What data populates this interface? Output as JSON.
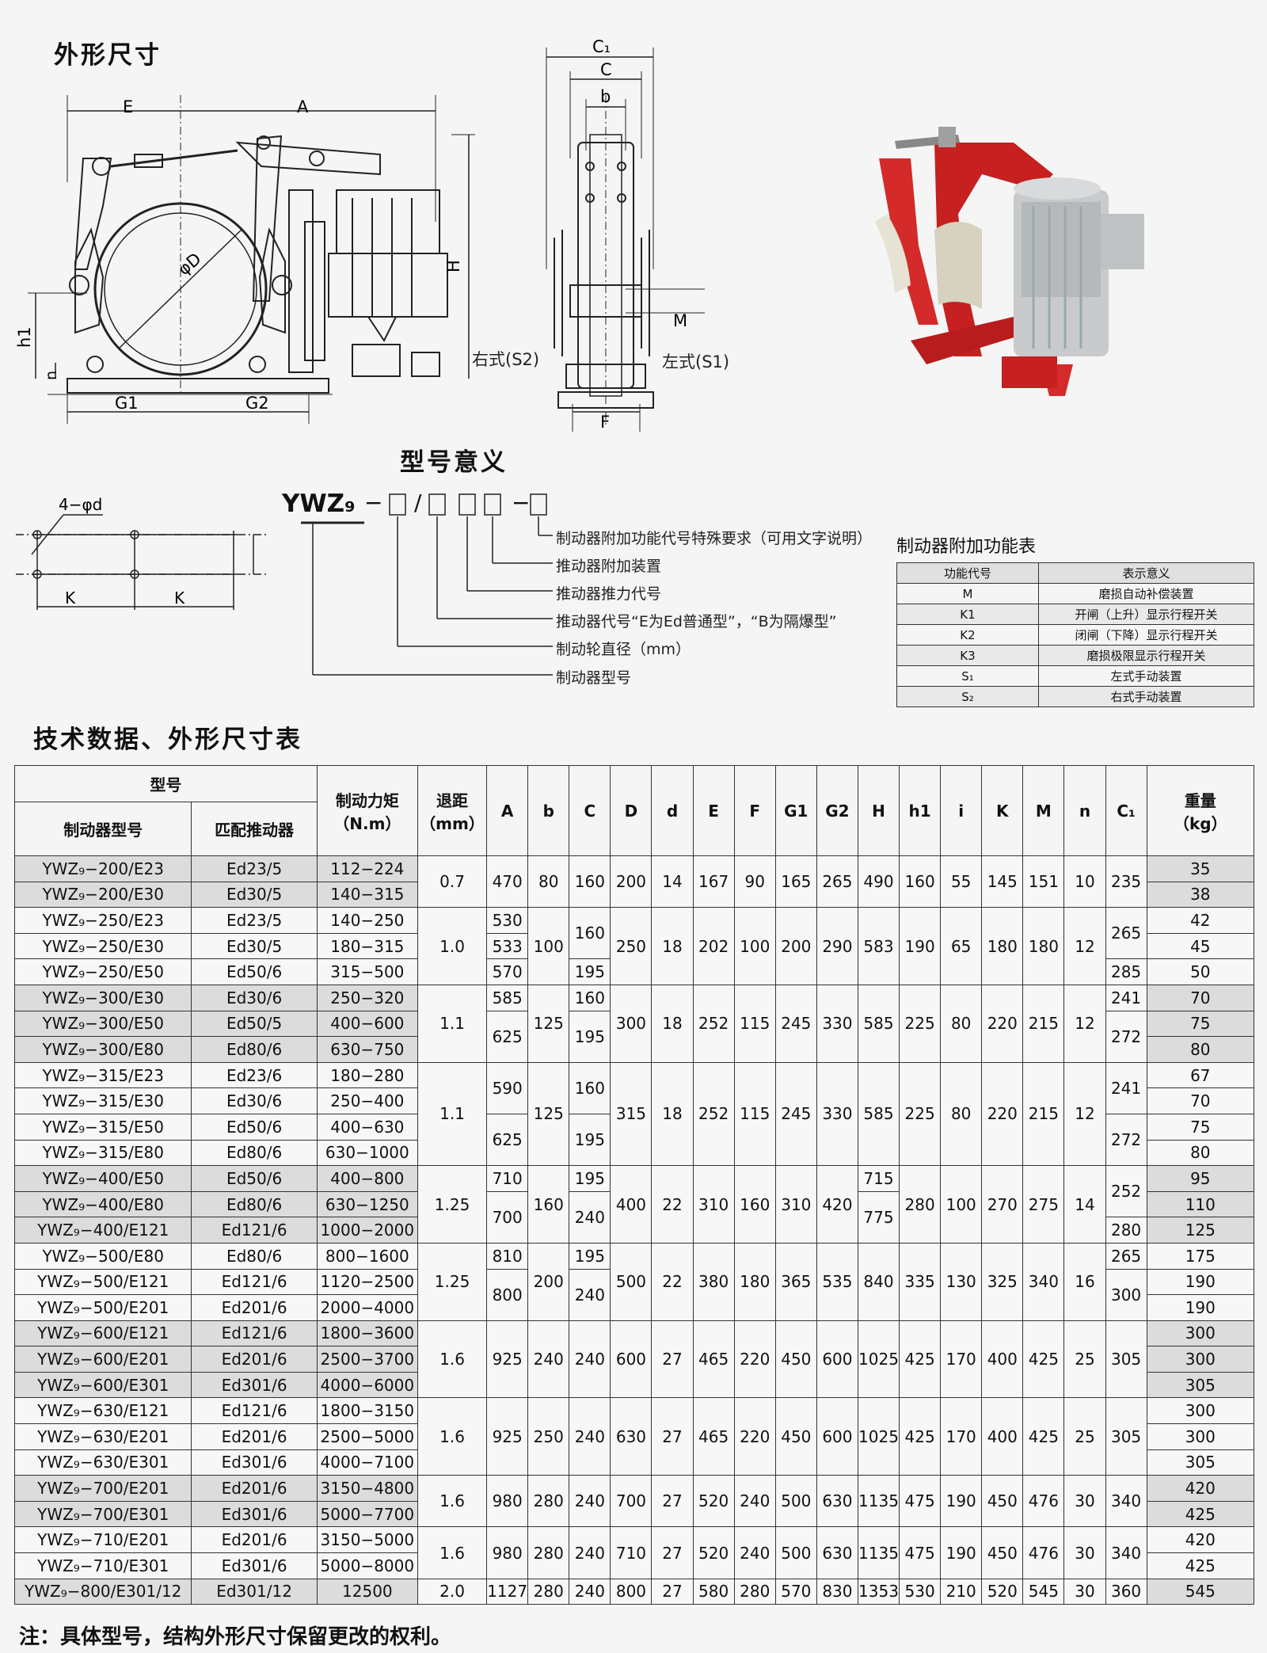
{
  "section_dimensions": "外形尺寸",
  "section_model_meaning": "型号意义",
  "section_tech_table": "技术数据、外形尺寸表",
  "front_view_labels": {
    "E": "E",
    "A": "A",
    "H": "H",
    "D": "φD",
    "h1": "h1",
    "n": "n",
    "G1": "G1",
    "G2": "G2"
  },
  "side_view_labels": {
    "C1": "C₁",
    "C": "C",
    "b": "b",
    "M": "M",
    "F": "F",
    "right": "右式(S2)",
    "left": "左式(S1)"
  },
  "bolt_labels": {
    "d": "4−φd",
    "K1": "K",
    "K2": "K"
  },
  "model_code": {
    "prefix": "YWZ₉",
    "dash1": "−",
    "slash": "/",
    "dash2": "−"
  },
  "model_legend": [
    "制动器附加功能代号特殊要求（可用文字说明）",
    "推动器附加装置",
    "推动器推力代号",
    "推动器代号“E为Ed普通型”，“B为隔爆型”",
    "制动轮直径（mm）",
    "制动器型号"
  ],
  "function_table": {
    "title": "制动器附加功能表",
    "headers": [
      "功能代号",
      "表示意义"
    ],
    "rows": [
      [
        "M",
        "磨损自动补偿装置"
      ],
      [
        "K1",
        "开闸（上升）显示行程开关"
      ],
      [
        "K2",
        "闭闸（下降）显示行程开关"
      ],
      [
        "K3",
        "磨损极限显示行程开关"
      ],
      [
        "S₁",
        "左式手动装置"
      ],
      [
        "S₂",
        "右式手动装置"
      ]
    ]
  },
  "main_table": {
    "h_model": "型号",
    "h_brake_model": "制动器型号",
    "h_thruster": "匹配推动器",
    "h_torque": "制动力矩",
    "h_torque_unit": "（N.m）",
    "h_retreat": "退距",
    "h_retreat_unit": "（mm）",
    "dim_headers": [
      "A",
      "b",
      "C",
      "D",
      "d",
      "E",
      "F",
      "G1",
      "G2",
      "H",
      "h1",
      "i",
      "K",
      "M",
      "n",
      "C₁"
    ],
    "h_weight": "重量",
    "h_weight_unit": "（kg）",
    "rows": [
      [
        "YWZ₉−200/E23",
        "Ed23/5",
        "112−224",
        "35"
      ],
      [
        "YWZ₉−200/E30",
        "Ed30/5",
        "140−315",
        "38"
      ],
      [
        "YWZ₉−250/E23",
        "Ed23/5",
        "140−250",
        "42"
      ],
      [
        "YWZ₉−250/E30",
        "Ed30/5",
        "180−315",
        "45"
      ],
      [
        "YWZ₉−250/E50",
        "Ed50/6",
        "315−500",
        "50"
      ],
      [
        "YWZ₉−300/E30",
        "Ed30/6",
        "250−320",
        "70"
      ],
      [
        "YWZ₉−300/E50",
        "Ed50/5",
        "400−600",
        "75"
      ],
      [
        "YWZ₉−300/E80",
        "Ed80/6",
        "630−750",
        "80"
      ],
      [
        "YWZ₉−315/E23",
        "Ed23/6",
        "180−280",
        "67"
      ],
      [
        "YWZ₉−315/E30",
        "Ed30/6",
        "250−400",
        "70"
      ],
      [
        "YWZ₉−315/E50",
        "Ed50/6",
        "400−630",
        "75"
      ],
      [
        "YWZ₉−315/E80",
        "Ed80/6",
        "630−1000",
        "80"
      ],
      [
        "YWZ₉−400/E50",
        "Ed50/6",
        "400−800",
        "95"
      ],
      [
        "YWZ₉−400/E80",
        "Ed80/6",
        "630−1250",
        "110"
      ],
      [
        "YWZ₉−400/E121",
        "Ed121/6",
        "1000−2000",
        "125"
      ],
      [
        "YWZ₉−500/E80",
        "Ed80/6",
        "800−1600",
        "175"
      ],
      [
        "YWZ₉−500/E121",
        "Ed121/6",
        "1120−2500",
        "190"
      ],
      [
        "YWZ₉−500/E201",
        "Ed201/6",
        "2000−4000",
        "190"
      ],
      [
        "YWZ₉−600/E121",
        "Ed121/6",
        "1800−3600",
        "300"
      ],
      [
        "YWZ₉−600/E201",
        "Ed201/6",
        "2500−3700",
        "300"
      ],
      [
        "YWZ₉−600/E301",
        "Ed301/6",
        "4000−6000",
        "305"
      ],
      [
        "YWZ₉−630/E121",
        "Ed121/6",
        "1800−3150",
        "300"
      ],
      [
        "YWZ₉−630/E201",
        "Ed201/6",
        "2500−5000",
        "300"
      ],
      [
        "YWZ₉−630/E301",
        "Ed301/6",
        "4000−7100",
        "305"
      ],
      [
        "YWZ₉−700/E201",
        "Ed201/6",
        "3150−4800",
        "420"
      ],
      [
        "YWZ₉−700/E301",
        "Ed301/6",
        "5000−7700",
        "425"
      ],
      [
        "YWZ₉−710/E201",
        "Ed201/6",
        "3150−5000",
        "420"
      ],
      [
        "YWZ₉−710/E301",
        "Ed301/6",
        "5000−8000",
        "425"
      ],
      [
        "YWZ₉−800/E301/12",
        "Ed301/12",
        "12500",
        "545"
      ]
    ],
    "retreat_groups": [
      [
        "0.7",
        2
      ],
      [
        "1.0",
        3
      ],
      [
        "1.1",
        3
      ],
      [
        "1.1",
        4
      ],
      [
        "1.25",
        3
      ],
      [
        "1.25",
        3
      ],
      [
        "1.6",
        3
      ],
      [
        "1.6",
        3
      ],
      [
        "1.6",
        2
      ],
      [
        "1.6",
        2
      ],
      [
        "2.0",
        1
      ]
    ],
    "shaded_groups": [
      true,
      false,
      true,
      false,
      true,
      false,
      true,
      false,
      true,
      false,
      true
    ],
    "dims": {
      "A": [
        [
          "470",
          2
        ],
        [
          "530",
          1
        ],
        [
          "533",
          1
        ],
        [
          "570",
          1
        ],
        [
          "585",
          1
        ],
        [
          "625",
          2
        ],
        [
          "590",
          2
        ],
        [
          "625",
          2
        ],
        [
          "710",
          1
        ],
        [
          "700",
          2
        ],
        [
          "810",
          1
        ],
        [
          "800",
          2
        ],
        [
          "925",
          3
        ],
        [
          "925",
          3
        ],
        [
          "980",
          2
        ],
        [
          "980",
          2
        ],
        [
          "1127",
          1
        ]
      ],
      "b": [
        [
          "80",
          2
        ],
        [
          "100",
          3
        ],
        [
          "125",
          3
        ],
        [
          "125",
          4
        ],
        [
          "160",
          3
        ],
        [
          "200",
          3
        ],
        [
          "240",
          3
        ],
        [
          "250",
          3
        ],
        [
          "280",
          2
        ],
        [
          "280",
          2
        ],
        [
          "280",
          1
        ]
      ],
      "C": [
        [
          "160",
          2
        ],
        [
          "160",
          2
        ],
        [
          "195",
          1
        ],
        [
          "160",
          1
        ],
        [
          "195",
          2
        ],
        [
          "160",
          2
        ],
        [
          "195",
          2
        ],
        [
          "195",
          1
        ],
        [
          "240",
          2
        ],
        [
          "195",
          1
        ],
        [
          "240",
          2
        ],
        [
          "240",
          3
        ],
        [
          "240",
          3
        ],
        [
          "240",
          2
        ],
        [
          "240",
          2
        ],
        [
          "240",
          1
        ]
      ],
      "D": [
        [
          "200",
          2
        ],
        [
          "250",
          3
        ],
        [
          "300",
          3
        ],
        [
          "315",
          4
        ],
        [
          "400",
          3
        ],
        [
          "500",
          3
        ],
        [
          "600",
          3
        ],
        [
          "630",
          3
        ],
        [
          "700",
          2
        ],
        [
          "710",
          2
        ],
        [
          "800",
          1
        ]
      ],
      "d": [
        [
          "14",
          2
        ],
        [
          "18",
          3
        ],
        [
          "18",
          3
        ],
        [
          "18",
          4
        ],
        [
          "22",
          3
        ],
        [
          "22",
          3
        ],
        [
          "27",
          3
        ],
        [
          "27",
          3
        ],
        [
          "27",
          2
        ],
        [
          "27",
          2
        ],
        [
          "27",
          1
        ]
      ],
      "E": [
        [
          "167",
          2
        ],
        [
          "202",
          3
        ],
        [
          "252",
          3
        ],
        [
          "252",
          4
        ],
        [
          "310",
          3
        ],
        [
          "380",
          3
        ],
        [
          "465",
          3
        ],
        [
          "465",
          3
        ],
        [
          "520",
          2
        ],
        [
          "520",
          2
        ],
        [
          "580",
          1
        ]
      ],
      "F": [
        [
          "90",
          2
        ],
        [
          "100",
          3
        ],
        [
          "115",
          3
        ],
        [
          "115",
          4
        ],
        [
          "160",
          3
        ],
        [
          "180",
          3
        ],
        [
          "220",
          3
        ],
        [
          "220",
          3
        ],
        [
          "240",
          2
        ],
        [
          "240",
          2
        ],
        [
          "280",
          1
        ]
      ],
      "G1": [
        [
          "165",
          2
        ],
        [
          "200",
          3
        ],
        [
          "245",
          3
        ],
        [
          "245",
          4
        ],
        [
          "310",
          3
        ],
        [
          "365",
          3
        ],
        [
          "450",
          3
        ],
        [
          "450",
          3
        ],
        [
          "500",
          2
        ],
        [
          "500",
          2
        ],
        [
          "570",
          1
        ]
      ],
      "G2": [
        [
          "265",
          2
        ],
        [
          "290",
          3
        ],
        [
          "330",
          3
        ],
        [
          "330",
          4
        ],
        [
          "420",
          3
        ],
        [
          "535",
          3
        ],
        [
          "600",
          3
        ],
        [
          "600",
          3
        ],
        [
          "630",
          2
        ],
        [
          "630",
          2
        ],
        [
          "830",
          1
        ]
      ],
      "H": [
        [
          "490",
          2
        ],
        [
          "583",
          3
        ],
        [
          "585",
          3
        ],
        [
          "585",
          4
        ],
        [
          "715",
          1
        ],
        [
          "775",
          2
        ],
        [
          "840",
          3
        ],
        [
          "1025",
          3
        ],
        [
          "1025",
          3
        ],
        [
          "1135",
          2
        ],
        [
          "1135",
          2
        ],
        [
          "1353",
          1
        ]
      ],
      "h1": [
        [
          "160",
          2
        ],
        [
          "190",
          3
        ],
        [
          "225",
          3
        ],
        [
          "225",
          4
        ],
        [
          "280",
          3
        ],
        [
          "335",
          3
        ],
        [
          "425",
          3
        ],
        [
          "425",
          3
        ],
        [
          "475",
          2
        ],
        [
          "475",
          2
        ],
        [
          "530",
          1
        ]
      ],
      "i": [
        [
          "55",
          2
        ],
        [
          "65",
          3
        ],
        [
          "80",
          3
        ],
        [
          "80",
          4
        ],
        [
          "100",
          3
        ],
        [
          "130",
          3
        ],
        [
          "170",
          3
        ],
        [
          "170",
          3
        ],
        [
          "190",
          2
        ],
        [
          "190",
          2
        ],
        [
          "210",
          1
        ]
      ],
      "K": [
        [
          "145",
          2
        ],
        [
          "180",
          3
        ],
        [
          "220",
          3
        ],
        [
          "220",
          4
        ],
        [
          "270",
          3
        ],
        [
          "325",
          3
        ],
        [
          "400",
          3
        ],
        [
          "400",
          3
        ],
        [
          "450",
          2
        ],
        [
          "450",
          2
        ],
        [
          "520",
          1
        ]
      ],
      "M": [
        [
          "151",
          2
        ],
        [
          "180",
          3
        ],
        [
          "215",
          3
        ],
        [
          "215",
          4
        ],
        [
          "275",
          3
        ],
        [
          "340",
          3
        ],
        [
          "425",
          3
        ],
        [
          "425",
          3
        ],
        [
          "476",
          2
        ],
        [
          "476",
          2
        ],
        [
          "545",
          1
        ]
      ],
      "n": [
        [
          "10",
          2
        ],
        [
          "12",
          3
        ],
        [
          "12",
          3
        ],
        [
          "12",
          4
        ],
        [
          "14",
          3
        ],
        [
          "16",
          3
        ],
        [
          "25",
          3
        ],
        [
          "25",
          3
        ],
        [
          "30",
          2
        ],
        [
          "30",
          2
        ],
        [
          "30",
          1
        ]
      ],
      "C1": [
        [
          "235",
          2
        ],
        [
          "265",
          2
        ],
        [
          "285",
          1
        ],
        [
          "241",
          1
        ],
        [
          "272",
          2
        ],
        [
          "241",
          2
        ],
        [
          "272",
          2
        ],
        [
          "252",
          2
        ],
        [
          "280",
          1
        ],
        [
          "265",
          1
        ],
        [
          "300",
          2
        ],
        [
          "305",
          3
        ],
        [
          "305",
          3
        ],
        [
          "340",
          2
        ],
        [
          "340",
          2
        ],
        [
          "360",
          1
        ]
      ]
    }
  },
  "note": "注：具体型号，结构外形尺寸保留更改的权利。",
  "colors": {
    "brake_red": "#d42a2a",
    "motor_grey": "#c8cacb",
    "line": "#222222"
  }
}
